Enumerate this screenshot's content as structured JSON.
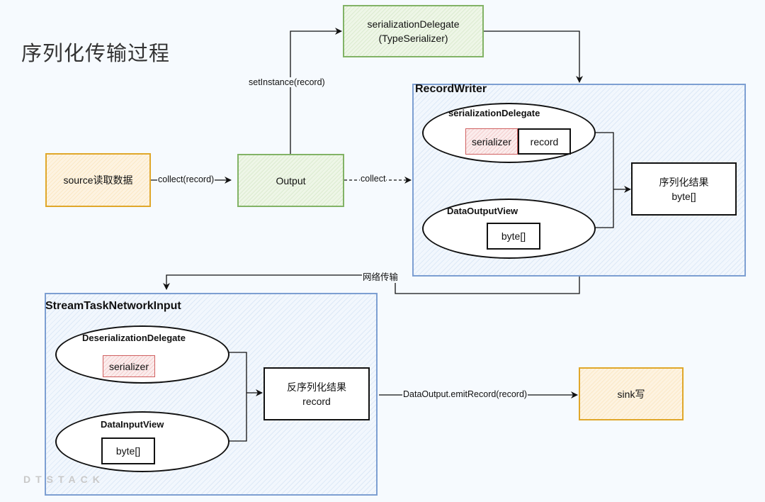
{
  "title": "序列化传输过程",
  "nodes": {
    "source": "source读取数据",
    "output": "Output",
    "serialization_delegate_top": "serializationDelegate\n(TypeSerializer)",
    "sink": "sink写"
  },
  "record_writer": {
    "title": "RecordWriter",
    "serialization_delegate": {
      "title": "serializationDelegate",
      "serializer": "serializer",
      "record": "record"
    },
    "data_output_view": {
      "title": "DataOutputView",
      "byte": "byte[]"
    },
    "result": {
      "line1": "序列化结果",
      "line2": "byte[]"
    }
  },
  "stream_task_network_input": {
    "title": "StreamTaskNetworkInput",
    "deserialization_delegate": {
      "title": "DeserializationDelegate",
      "serializer": "serializer"
    },
    "data_input_view": {
      "title": "DataInputView",
      "byte": "byte[]"
    },
    "result": {
      "line1": "反序列化结果",
      "line2": "record"
    }
  },
  "edges": {
    "collect_record": "collect(record)",
    "collect": "collect",
    "set_instance": "setInstance(record)",
    "network": "网络传输",
    "emit_record": "DataOutput.emitRecord(record)"
  },
  "watermark": "DTSTACK",
  "colors": {
    "source_border": "#e0a72a",
    "green_border": "#82b366",
    "red_border": "#d06060",
    "blue_border": "#7d9fd2"
  }
}
